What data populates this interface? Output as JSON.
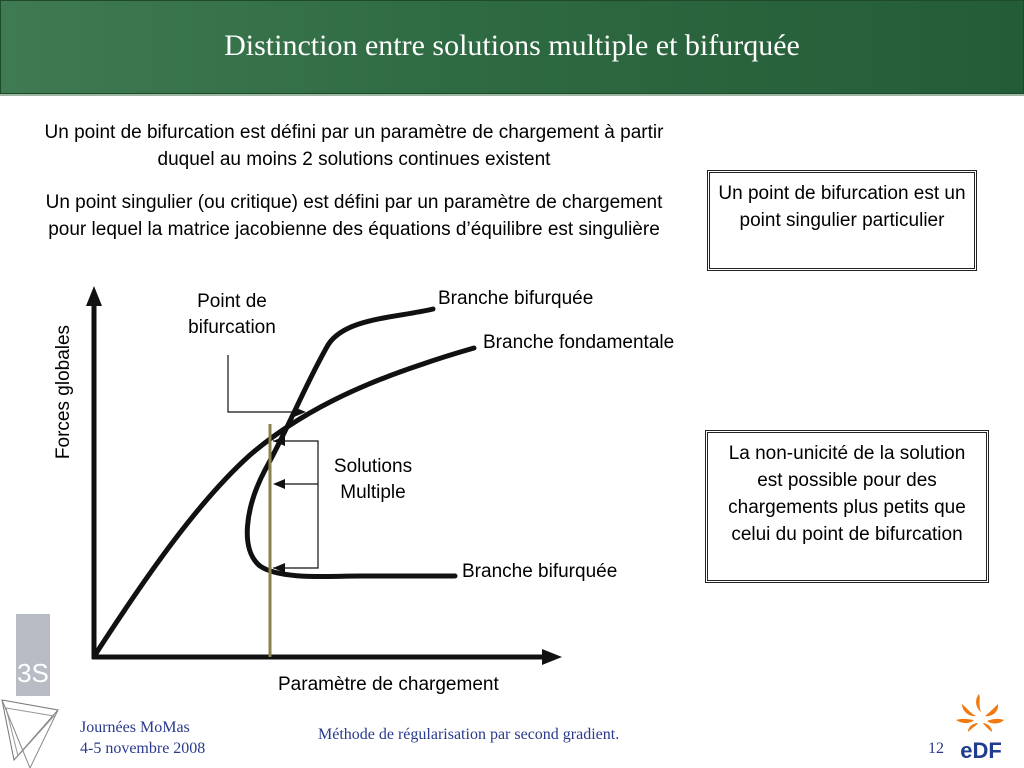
{
  "header": {
    "title": "Distinction entre solutions multiple et bifurquée"
  },
  "intro": {
    "para1": "Un point de bifurcation est défini par un paramètre de chargement à partir duquel au moins 2 solutions continues existent",
    "para2": "Un point singulier (ou critique) est défini par un paramètre de chargement pour lequel la matrice jacobienne des équations d’équilibre est singulière"
  },
  "boxes": {
    "box1": "Un point de bifurcation est un point singulier particulier",
    "box2": "La non-unicité de la solution est possible pour des chargements plus petits que celui du point de bifurcation"
  },
  "diagram": {
    "y_axis_label": "Forces globales",
    "x_axis_label": "Paramètre de chargement",
    "label_bifurcation_point": "Point de bifurcation",
    "label_branch_upper": "Branche bifurquée",
    "label_branch_fundamental": "Branche fondamentale",
    "label_multiple_solutions": "Solutions Multiple",
    "label_branch_lower": "Branche bifurquée",
    "colors": {
      "curve": "#111111",
      "loading_line": "#8a8050",
      "axis": "#111111"
    }
  },
  "footer": {
    "event": "Journées MoMas",
    "date": "4-5 novembre 2008",
    "subtitle": "Méthode de régularisation par second gradient.",
    "page": "12",
    "logo_left_text": "3S",
    "logo_right_text": "eDF"
  }
}
